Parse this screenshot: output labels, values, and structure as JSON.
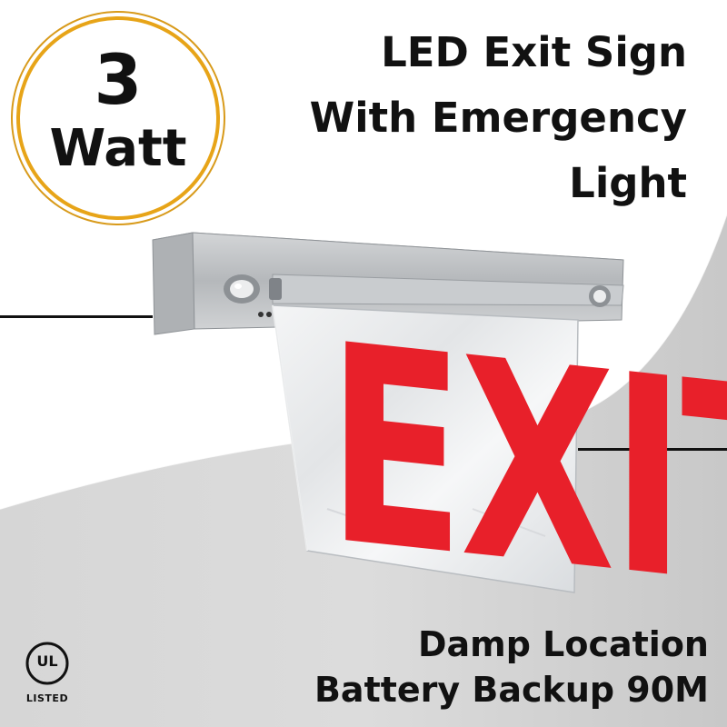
{
  "badge": {
    "wattage": "3",
    "unit": "Watt",
    "ring_color": "#e7a418"
  },
  "headline": {
    "line1": "LED Exit Sign",
    "line2": "With Emergency",
    "line3": "Light"
  },
  "sign": {
    "text": "EXIT",
    "letter_color": "#e8202a",
    "housing_color": "#c4c6c8"
  },
  "features": {
    "line1": "Damp Location",
    "line2": "Battery Backup 90M"
  },
  "certification": {
    "mark": "UL",
    "label": "LISTED",
    "icon": "ul-listed-icon"
  }
}
